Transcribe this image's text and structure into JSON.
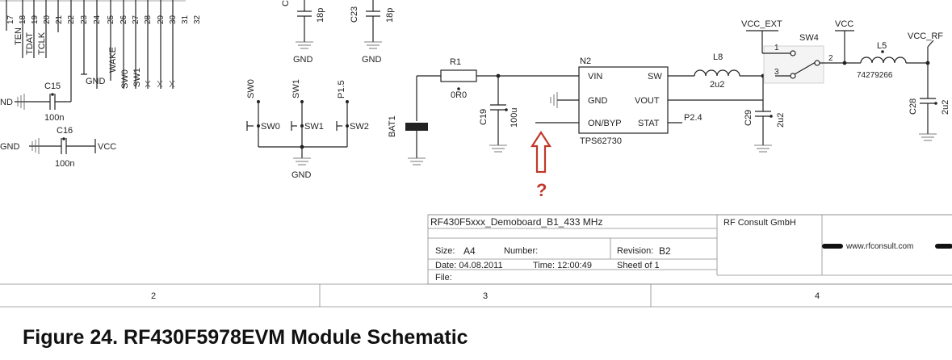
{
  "pins": {
    "numbers": [
      "17",
      "18",
      "19",
      "20",
      "21",
      "22",
      "23",
      "24",
      "25",
      "26",
      "27",
      "28",
      "29",
      "30",
      "31",
      "32"
    ],
    "labels": [
      "TEN",
      "TDAT",
      "TCLK",
      "GND",
      "WAKE",
      "SW0",
      "SW1"
    ]
  },
  "left": {
    "c15": {
      "ref": "C15",
      "val": "100n",
      "net": "ND"
    },
    "c16": {
      "ref": "C16",
      "val": "100n",
      "net": "GND",
      "net2": "VCC"
    }
  },
  "top_caps": {
    "c_left": {
      "ref": "C",
      "val": "18p"
    },
    "c23": {
      "ref": "C23",
      "val": "18p"
    },
    "gnd": "GND"
  },
  "switches": {
    "labels_top": [
      "SW0",
      "SW1",
      "P1.5"
    ],
    "names": [
      "SW0",
      "SW1",
      "SW2"
    ],
    "gnd": "GND"
  },
  "regulator": {
    "ref": "N2",
    "part": "TPS62730",
    "pins": {
      "vin": "VIN",
      "gnd": "GND",
      "onbyp": "ON/BYP",
      "sw": "SW",
      "vout": "VOUT",
      "stat": "STAT"
    },
    "stat_net": "P2.4",
    "r1": {
      "ref": "R1",
      "val": "0R0"
    },
    "c19": {
      "ref": "C19",
      "val": "100u"
    },
    "bat": "BAT1",
    "l8": {
      "ref": "L8",
      "val": "2u2"
    },
    "c29": {
      "ref": "C29",
      "val": "2u2"
    }
  },
  "rf": {
    "vcc_ext": "VCC_EXT",
    "sw4": "SW4",
    "pin1": "1",
    "pin2": "2",
    "pin3": "3",
    "vcc": "VCC",
    "l5": {
      "ref": "L5",
      "val": "74279266"
    },
    "vcc_rf": "VCC_RF",
    "c28": {
      "ref": "C28",
      "val": "2u2"
    }
  },
  "annotation": {
    "mark": "?",
    "color": "#c0392b"
  },
  "title_block": {
    "title": "RF430F5xxx_Demoboard_B1_433  MHz",
    "company": "RF Consult  GmbH",
    "size_label": "Size:",
    "size": "A4",
    "number_label": "Number:",
    "revision_label": "Revision:",
    "revision": "B2",
    "date": "Date:  04.08.2011",
    "time": "Time:  12:00:49",
    "sheet": "Sheetl    of  1",
    "file": "File:",
    "website": "www.rfconsult.com"
  },
  "columns": [
    "2",
    "3",
    "4"
  ],
  "caption": "Figure 24. RF430F5978EVM Module Schematic"
}
